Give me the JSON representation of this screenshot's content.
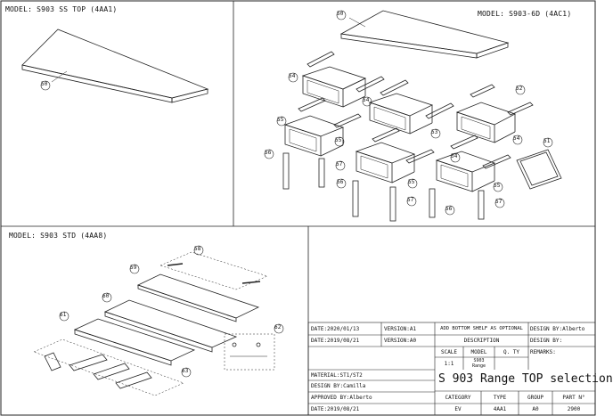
{
  "panels": {
    "top_left": {
      "model_label": "MODEL: S903 SS TOP (4AA1)"
    },
    "top_right": {
      "model_label": "MODEL: S903-6D (4AC1)"
    },
    "bottom_left": {
      "model_label": "MODEL: S903 STD (4AA8)"
    }
  },
  "callouts": {
    "c50": "50",
    "c51": "51",
    "c52": "52",
    "c53": "53",
    "c54": "54",
    "c55": "55",
    "c56": "56",
    "c57": "57",
    "c58": "58",
    "c59": "59",
    "c60": "60",
    "c61": "61",
    "c62": "62",
    "c63": "63"
  },
  "title_block": {
    "date_a1": "DATE:2020/01/13",
    "version_a1": "VERSION:A1",
    "change_note": "ADD BOTTOM SHELF AS OPTIONAL",
    "design_by": "DESIGN BY:Alberto",
    "date_a0": "DATE:2019/08/21",
    "version_a0": "VERSION:A0",
    "description_header": "DESCRIPTION",
    "design_by_2": "DESIGN BY:",
    "scale_header": "SCALE",
    "model_header": "MODEL",
    "qty_header": "Q. TY",
    "remarks": "REMARKS:",
    "scale_value": "1:1",
    "model_value_1": "S903",
    "model_value_2": "Range",
    "material": "MATERIAL:ST1/ST2",
    "title": "S 903 Range TOP selection",
    "design_by_camilla": "DESIGN BY:Camilla",
    "approved_by": "APPROVED BY:Alberto",
    "category_header": "CATEGORY",
    "type_header": "TYPE",
    "group_header": "GROUP",
    "part_header": "PART N°",
    "date_bottom": "DATE:2019/08/21",
    "category_value": "EV",
    "type_value": "4AA1",
    "group_value": "A0",
    "part_value": "2900"
  }
}
